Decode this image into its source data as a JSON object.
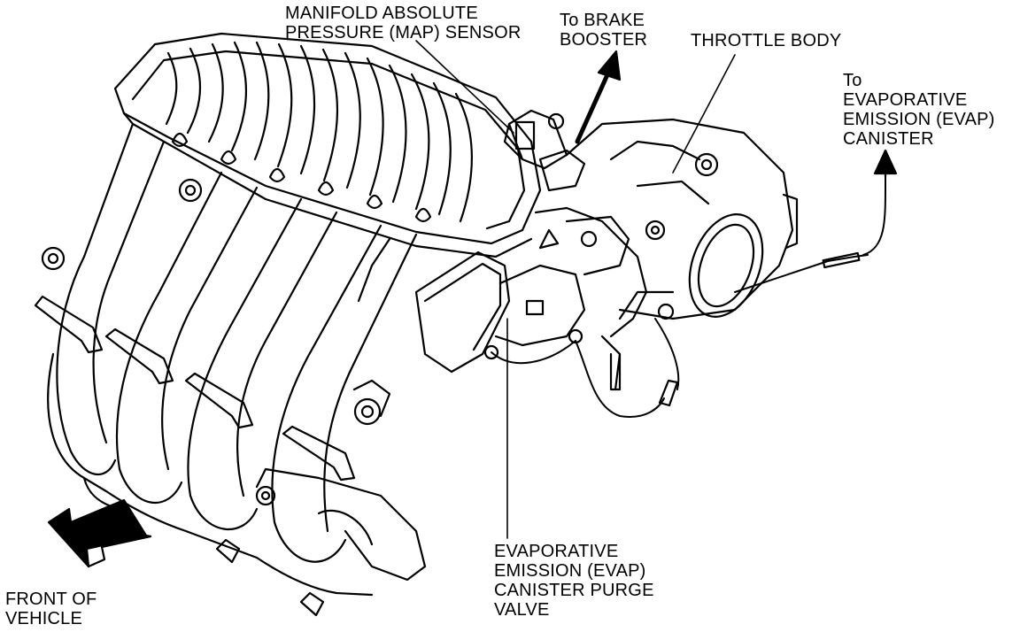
{
  "labels": {
    "map_sensor": [
      "MANIFOLD ABSOLUTE",
      "PRESSURE (MAP) SENSOR"
    ],
    "brake_booster": [
      "To BRAKE",
      "BOOSTER"
    ],
    "throttle_body": [
      "THROTTLE BODY"
    ],
    "evap_canister": [
      "To",
      "EVAPORATIVE",
      "EMISSION (EVAP)",
      "CANISTER"
    ],
    "purge_valve": [
      "EVAPORATIVE",
      "EMISSION (EVAP)",
      "CANISTER PURGE",
      "VALVE"
    ],
    "front_of_vehicle": [
      "FRONT OF",
      "VEHICLE"
    ]
  },
  "colors": {
    "ink": "#000000",
    "paper": "#ffffff"
  }
}
